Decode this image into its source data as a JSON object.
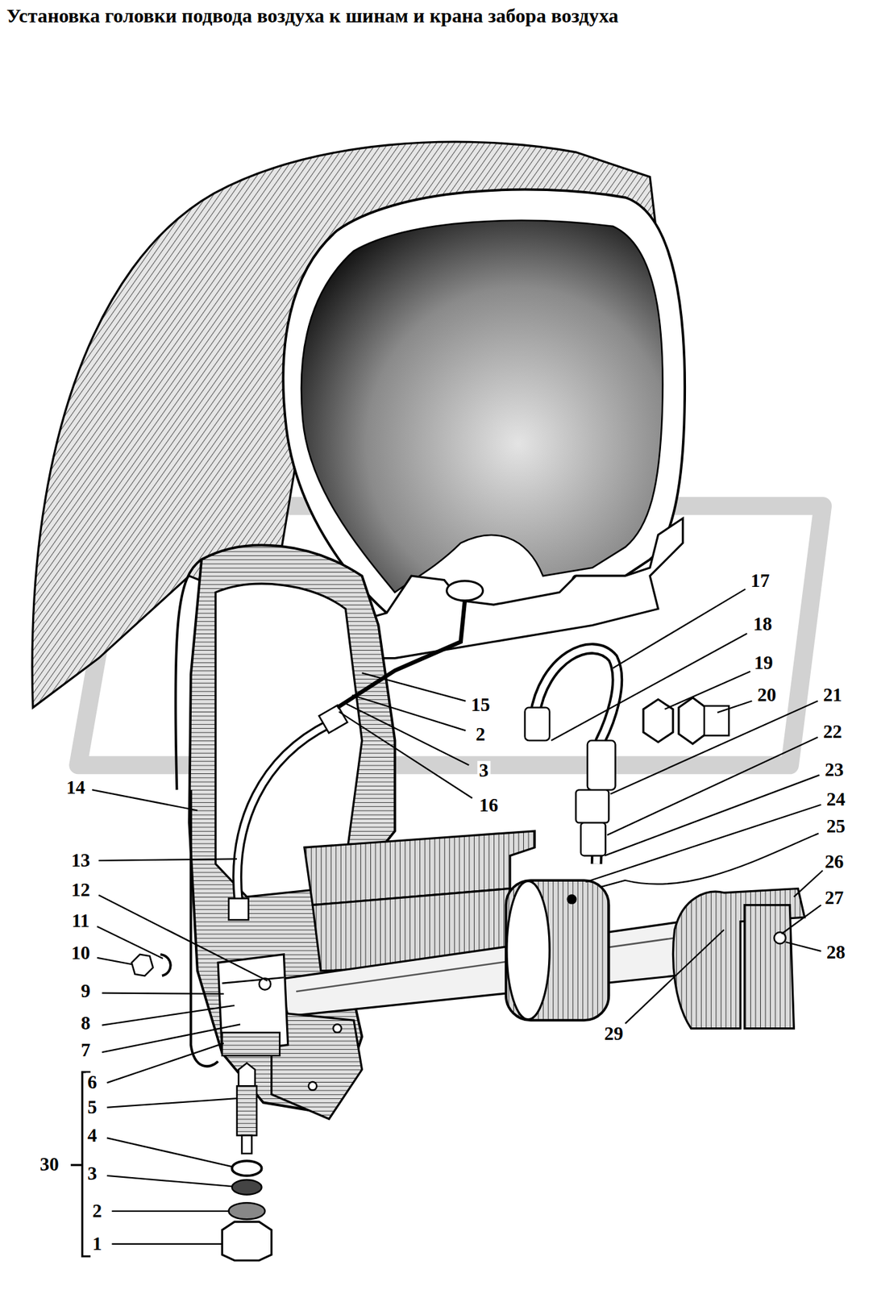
{
  "diagram": {
    "title": "Установка головки подвода воздуха к шинам и крана забора воздуха",
    "labels": [
      "17",
      "18",
      "19",
      "20",
      "21",
      "22",
      "15",
      "2",
      "23",
      "3",
      "24",
      "14",
      "16",
      "25",
      "13",
      "26",
      "12",
      "27",
      "11",
      "10",
      "28",
      "9",
      "8",
      "29",
      "7",
      "6",
      "5",
      "4",
      "30",
      "3",
      "2",
      "1"
    ]
  }
}
